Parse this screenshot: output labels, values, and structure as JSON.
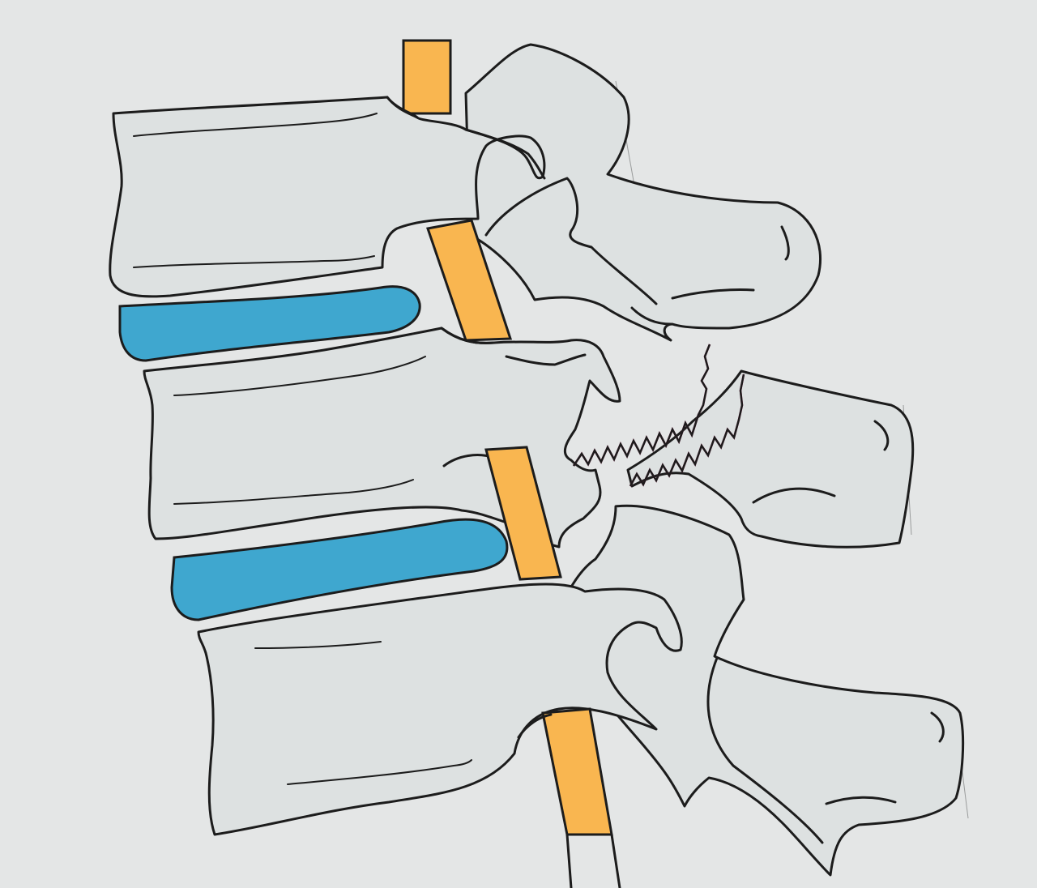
{
  "colors": {
    "paper": "#e4e6e6",
    "bone": "#dde1e1",
    "outline": "#1c1c1c",
    "intervertebral_disc": "#3fa7cf",
    "nerve_root": "#f9b650",
    "fracture_line": "#e0337e"
  },
  "elements": {
    "vertebrae": [
      "upper-vertebra",
      "middle-vertebra",
      "lower-vertebra"
    ],
    "discs": [
      "upper-intervertebral-disc",
      "lower-intervertebral-disc"
    ],
    "nerve_roots": [
      "top-nerve-root",
      "upper-nerve-root",
      "middle-nerve-root",
      "lower-nerve-root"
    ],
    "fracture": "pars-interarticularis-fracture"
  }
}
